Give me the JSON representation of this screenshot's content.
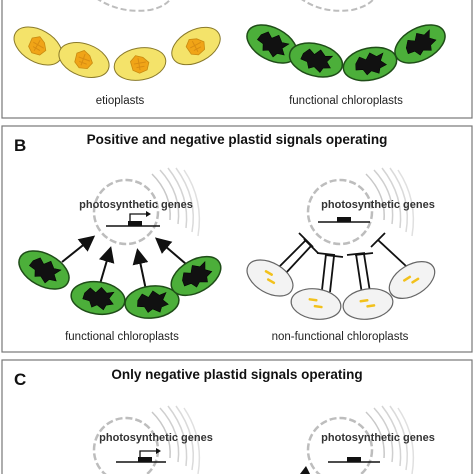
{
  "panels": {
    "a": {
      "left_caption": "etioplasts",
      "right_caption": "functional chloroplasts"
    },
    "b": {
      "label": "B",
      "title": "Positive and negative plastid signals operating",
      "left_gene_label": "photosynthetic genes",
      "right_gene_label": "photosynthetic genes",
      "left_caption": "functional chloroplasts",
      "right_caption": "non-functional chloroplasts",
      "left_signal": "positive",
      "right_signal": "negative"
    },
    "c": {
      "label": "C",
      "title": "Only negative plastid signals operating",
      "left_gene_label": "photosynthetic genes",
      "right_gene_label": "photosynthetic genes"
    }
  },
  "colors": {
    "etioplast_fill": "#f4e36a",
    "etioplast_inner": "#f0a417",
    "chloroplast_fill": "#4caf3a",
    "chloroplast_inner": "#111111",
    "nonfunctional_fill": "#f3f3f3",
    "nonfunctional_inner": "#f2c11c",
    "panel_border": "#777777",
    "nucleus_outline": "#bbbbbb"
  }
}
